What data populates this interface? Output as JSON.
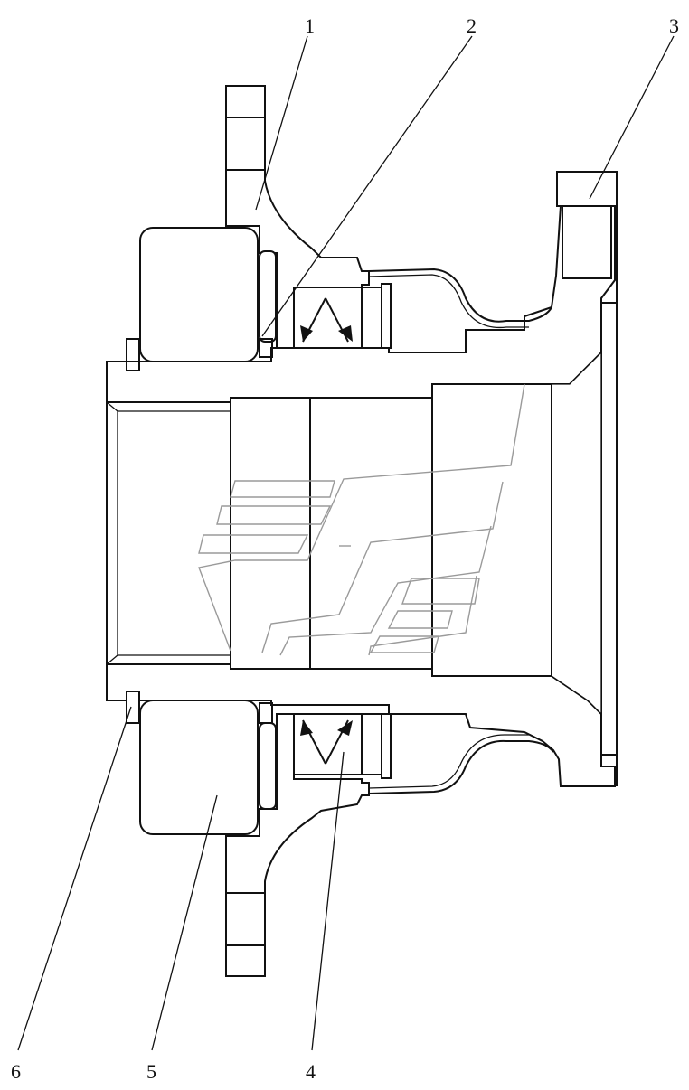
{
  "callouts": [
    {
      "id": "1",
      "label": "1"
    },
    {
      "id": "2",
      "label": "2"
    },
    {
      "id": "3",
      "label": "3"
    },
    {
      "id": "4",
      "label": "4"
    },
    {
      "id": "5",
      "label": "5"
    },
    {
      "id": "6",
      "label": "6"
    }
  ],
  "colors": {
    "line": "#111111",
    "background": "#ffffff",
    "watermark": "#9a9a9a"
  }
}
